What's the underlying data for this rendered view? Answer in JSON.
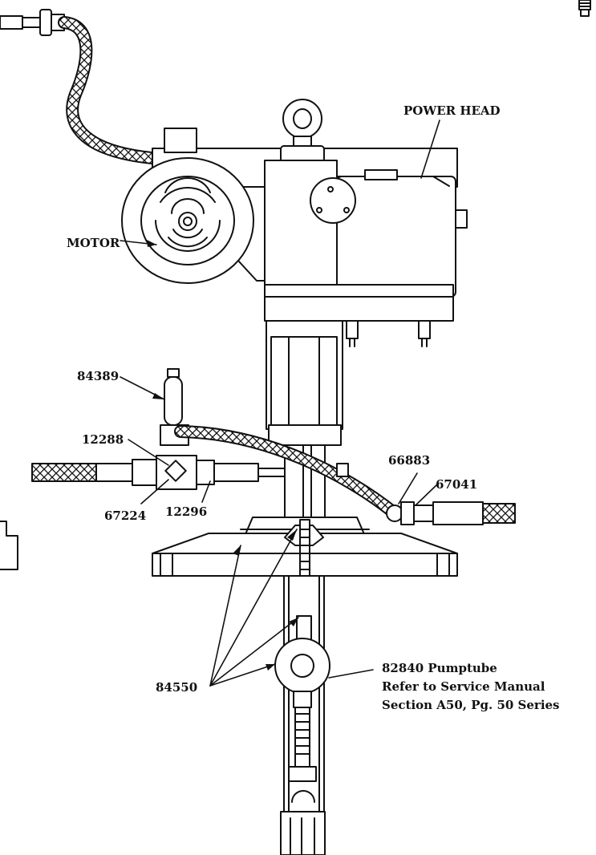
{
  "labels": {
    "power_head": "POWER HEAD",
    "motor": "MOTOR",
    "part_84389": "84389",
    "part_12288": "12288",
    "part_67224": "67224",
    "part_12296": "12296",
    "part_66883": "66883",
    "part_67041": "67041",
    "part_84550": "84550",
    "pumptube_line1": "82840 Pumptube",
    "pumptube_line2": "Refer to Service Manual",
    "pumptube_line3": "Section A50, Pg. 50 Series"
  },
  "colors": {
    "ink": "#111111",
    "paper": "#ffffff"
  }
}
